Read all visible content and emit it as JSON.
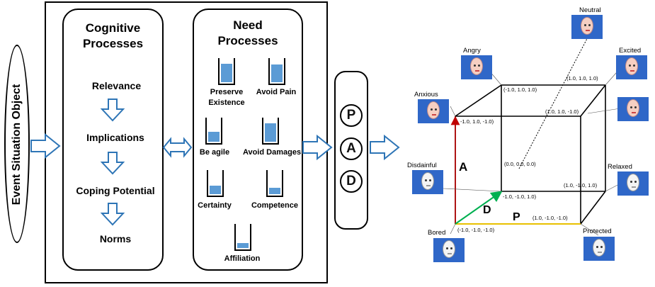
{
  "event": "Event Situation Object",
  "cognitive": {
    "title_line1": "Cognitive",
    "title_line2": "Processes",
    "steps": [
      "Relevance",
      "Implications",
      "Coping Potential",
      "Norms"
    ]
  },
  "need": {
    "title_line1": "Need",
    "title_line2": "Processes",
    "items": [
      {
        "label_line1": "Preserve",
        "label_line2": "Existence",
        "level": 0.75
      },
      {
        "label_line1": "Avoid Pain",
        "label_line2": "",
        "level": 0.7
      },
      {
        "label_line1": "Be agile",
        "label_line2": "",
        "level": 0.4
      },
      {
        "label_line1": "Avoid Damages",
        "label_line2": "",
        "level": 0.75
      },
      {
        "label_line1": "Certainty",
        "label_line2": "",
        "level": 0.35
      },
      {
        "label_line1": "Competence",
        "label_line2": "",
        "level": 0.25
      },
      {
        "label_line1": "Affiliation",
        "label_line2": "",
        "level": 0.2
      }
    ]
  },
  "pad": [
    "P",
    "A",
    "D"
  ],
  "axes": {
    "a": "A",
    "d": "D",
    "p": "P"
  },
  "emotions": {
    "neutral": "Neutral",
    "angry": "Angry",
    "excited": "Excited",
    "anxious": "Anxious",
    "disdainful": "Disdainful",
    "relaxed": "Relaxed",
    "bored": "Bored",
    "protected": "Protected"
  },
  "coords": {
    "c_m1_1_1": "(-1.0, 1.0, 1.0)",
    "c_1_1_1": "(1.0, 1.0, 1.0)",
    "c_1_1_m1": "(1.0, 1.0, -1.0)",
    "c_m1_1_m1": "-1.0, 1.0, -1.0)",
    "c_0_0_0": "(0.0, 0.0, 0.0)",
    "c_1_m1_1": "(1.0, -1.0, 1.0)",
    "c_m1_m1_1": "-1.0, -1.0, 1.0)",
    "c_1_m1_m1": "(1.0, -1.0, -1.0)",
    "c_m1_m1_m1": "(-1.0, -1.0, -1.0)"
  },
  "colors": {
    "arrow_fill": "#ffffff",
    "arrow_stroke": "#2e75b6",
    "tank_fill": "#5b9bd5",
    "face_bg": "#2f67c8",
    "axis_a": "#c00000",
    "axis_d": "#00b050",
    "axis_p": "#e8c000"
  }
}
